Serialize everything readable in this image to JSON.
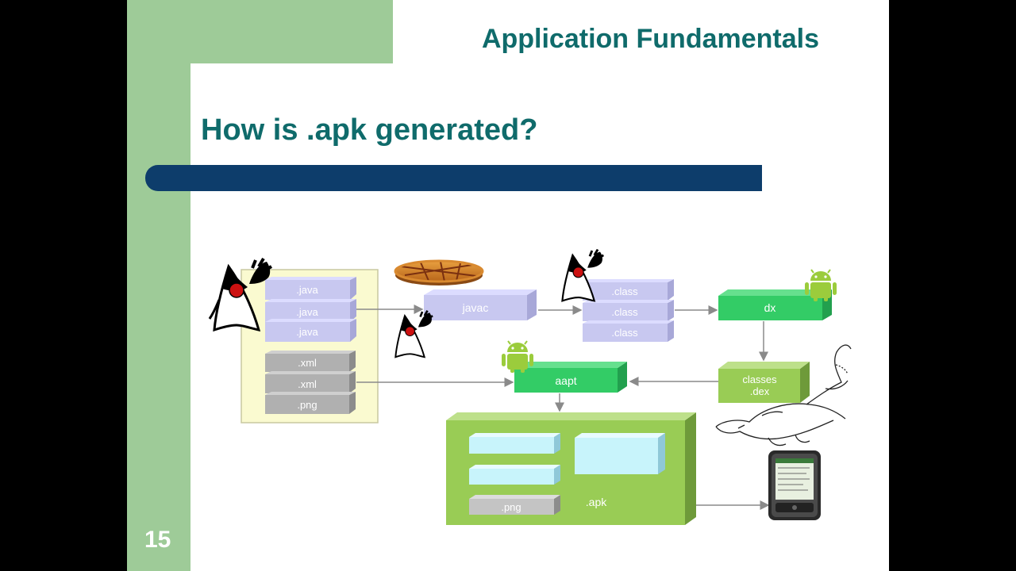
{
  "header": {
    "title": "Application Fundamentals"
  },
  "slide": {
    "title": "How is .apk generated?",
    "number": "15"
  },
  "diagram": {
    "sources": {
      "java_files": [
        ".java",
        ".java",
        ".java"
      ],
      "resource_files": [
        ".xml",
        ".xml",
        ".png"
      ]
    },
    "javac": "javac",
    "class_files": [
      ".class",
      ".class",
      ".class"
    ],
    "dx": "dx",
    "classes_dex": {
      "line1": "classes",
      "line2": ".dex"
    },
    "aapt": "aapt",
    "apk": {
      "label": ".apk",
      "png": ".png"
    }
  },
  "colors": {
    "teal_title": "#0f6b6b",
    "navy_bar": "#0d3d6b",
    "sidebar_green": "#9ecb98",
    "tool_green": "#33cc66",
    "apk_green": "#99cc55",
    "java_purple": "#c8c8f0",
    "resource_gray": "#b0b0b0"
  }
}
